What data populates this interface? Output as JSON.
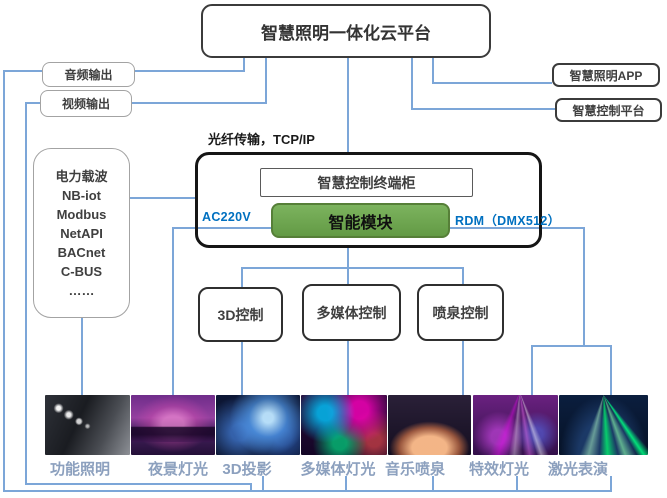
{
  "diagram": {
    "title": "智慧照明一体化云平台",
    "transmission_label": "光纤传输，TCP/IP",
    "outputs": {
      "audio": "音频输出",
      "video": "视频输出"
    },
    "apps": {
      "app": "智慧照明APP",
      "platform": "智慧控制平台"
    },
    "protocols": {
      "lines": [
        "电力载波",
        "NB-iot",
        "Modbus",
        "NetAPI",
        "BACnet",
        "C-BUS",
        "……"
      ]
    },
    "cabinet": {
      "title": "智慧控制终端柜",
      "module": "智能模块",
      "left_port": "AC220V",
      "right_port": "RDM（DMX512）"
    },
    "controllers": [
      "3D控制",
      "多媒体控制",
      "喷泉控制"
    ],
    "scenes": [
      {
        "label": "功能照明",
        "photo": "street-lighting"
      },
      {
        "label": "夜景灯光",
        "photo": "night-city"
      },
      {
        "label": "3D投影",
        "photo": "3d-projection"
      },
      {
        "label": "多媒体灯光",
        "photo": "multimedia-lights"
      },
      {
        "label": "音乐喷泉",
        "photo": "music-fountain"
      },
      {
        "label": "特效灯光",
        "photo": "effect-lights"
      },
      {
        "label": "激光表演",
        "photo": "laser-show"
      }
    ],
    "colors": {
      "connector": "#7CA6D8",
      "port_text": "#0070C0",
      "module_fill": "#6FA853",
      "scene_label": "#8CA0BE"
    }
  }
}
